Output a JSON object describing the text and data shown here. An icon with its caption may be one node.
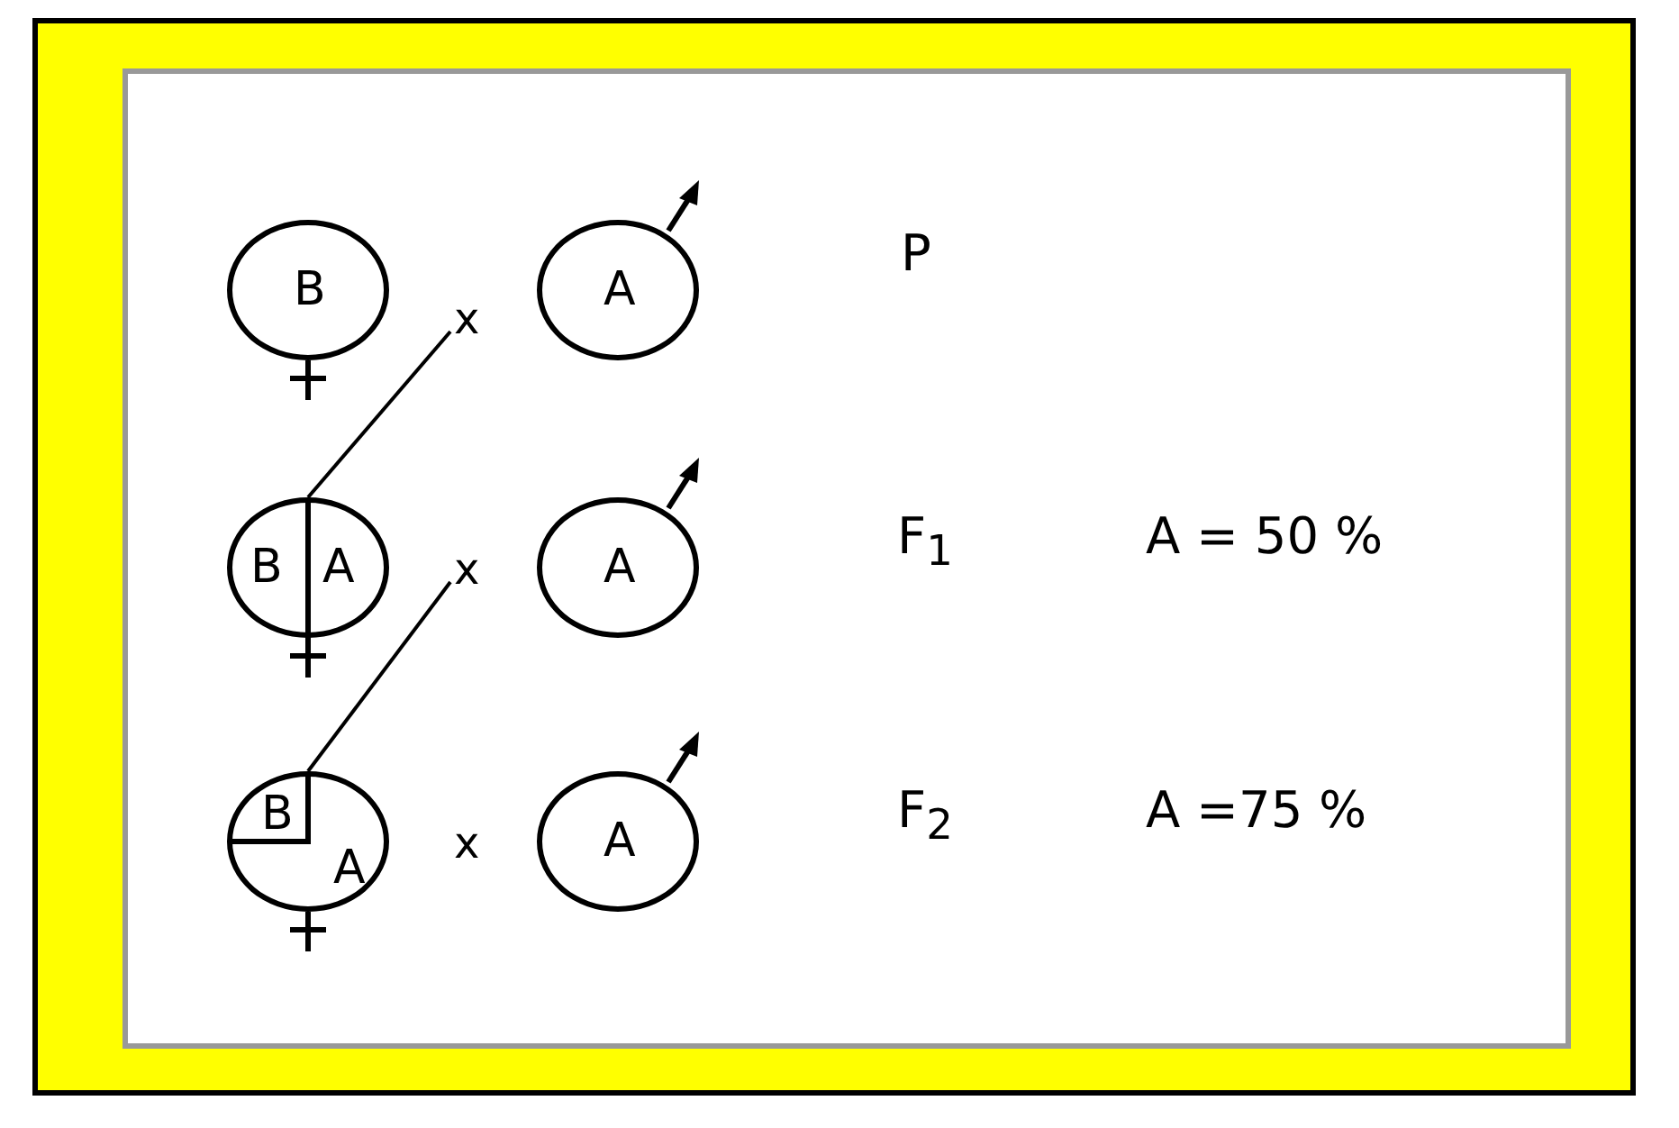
{
  "diagram": {
    "nodes": [
      {
        "text": [
          "B"
        ]
      },
      {
        "text": [
          "x"
        ]
      },
      {
        "text": [
          "A"
        ]
      },
      {
        "text": [
          "B",
          "A"
        ]
      },
      {
        "text": [
          "x"
        ]
      },
      {
        "text": [
          "A"
        ]
      },
      {
        "text": [
          "B",
          "A"
        ]
      },
      {
        "text": [
          "x"
        ]
      },
      {
        "text": [
          "A"
        ]
      }
    ],
    "edges": [
      {
        "from": 1,
        "to": 3,
        "arrow": "none"
      },
      {
        "from": 4,
        "to": 6,
        "arrow": "none"
      }
    ],
    "labels": [
      "P",
      "F$_{1}$",
      "A = 50 %",
      "F$_{2}$",
      "A =75 %"
    ]
  }
}
